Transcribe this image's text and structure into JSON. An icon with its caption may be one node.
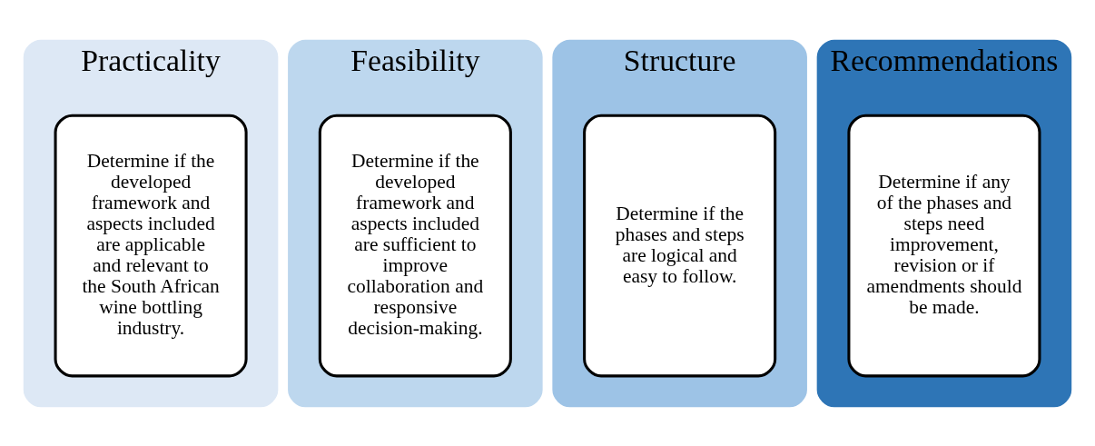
{
  "diagram": {
    "nodes": [
      {
        "text": [
          "Practicality"
        ]
      },
      {
        "text": [
          "Determine if the developed framework and aspects included are applicable and relevant to the South African wine bottling industry."
        ],
        "in": 0
      },
      {
        "text": [
          "Feasibility"
        ]
      },
      {
        "text": [
          "Determine if the developed framework and aspects included are sufficient to improve collaboration and responsive decision-making."
        ],
        "in": 2
      },
      {
        "text": [
          "Structure"
        ]
      },
      {
        "text": [
          "Determine if the phases and steps are logical and easy to follow."
        ],
        "in": 4
      },
      {
        "text": [
          "Recommendations"
        ]
      },
      {
        "text": [
          "Determine if any of the phases and steps need improvement, revision or if amendments should be made."
        ],
        "in": 6
      }
    ],
    "edges": []
  }
}
